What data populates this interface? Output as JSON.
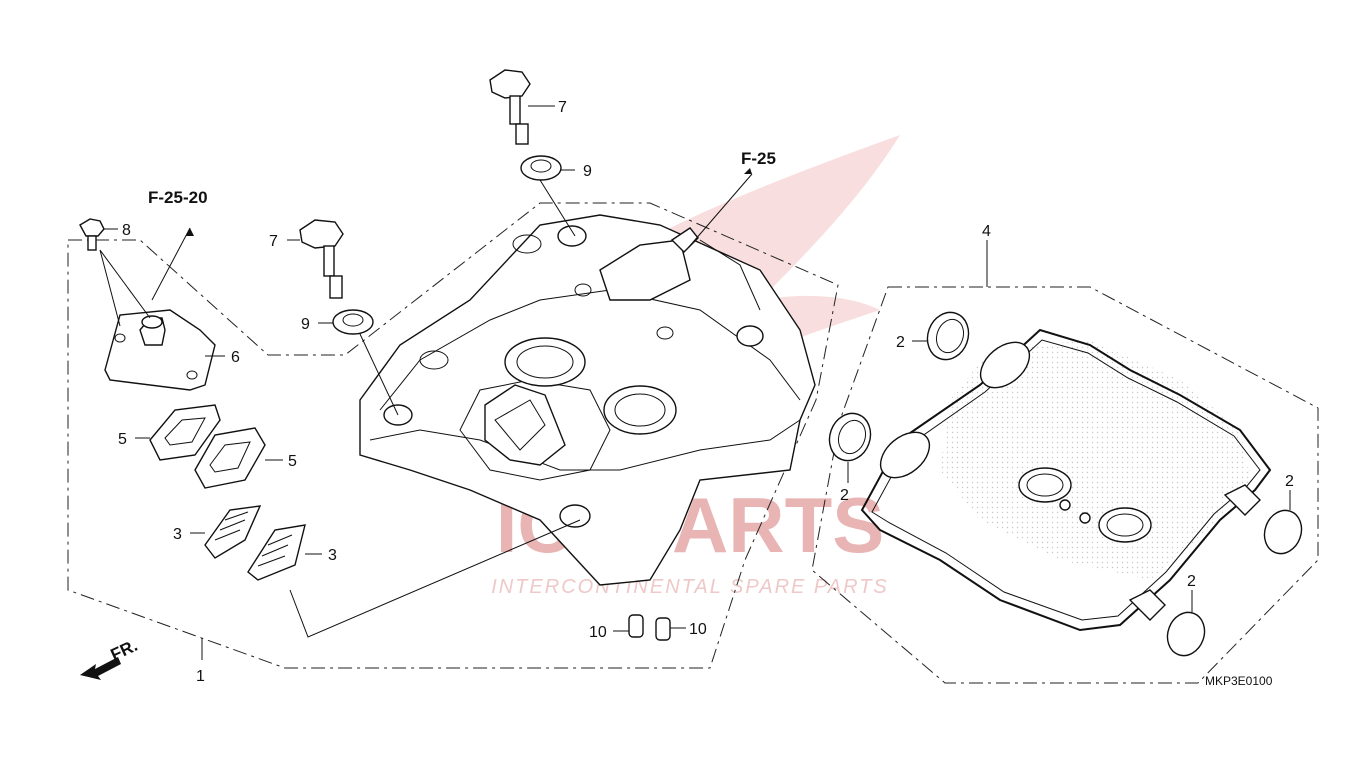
{
  "watermark": {
    "main": "ICSPARTS",
    "sub": "INTERCONTINENTAL SPARE PARTS"
  },
  "references": {
    "f25_20": "F-25-20",
    "f25": "F-25"
  },
  "direction_marker": "FR.",
  "diagram_code": "MKP3E0100",
  "callouts": {
    "p1": "1",
    "p2a": "2",
    "p2b": "2",
    "p2c": "2",
    "p2d": "2",
    "p3a": "3",
    "p3b": "3",
    "p4": "4",
    "p5a": "5",
    "p5b": "5",
    "p6": "6",
    "p7a": "7",
    "p7b": "7",
    "p8": "8",
    "p9a": "9",
    "p9b": "9",
    "p10a": "10",
    "p10b": "10"
  }
}
